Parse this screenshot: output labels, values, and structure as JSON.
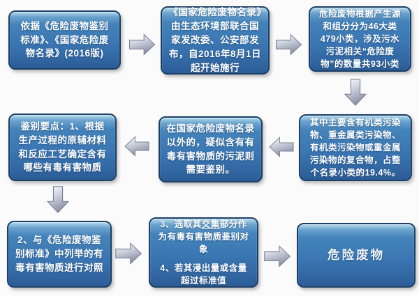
{
  "colors": {
    "background": "#fbfbfb",
    "box_fill_highlight": "#b2daec",
    "box_fill_main": "#3b77b3",
    "box_fill_dark": "#2b5c96",
    "box_border": "#1d4066",
    "box_text": "#ffffff",
    "arrow_light": "#ffffff",
    "arrow_mid": "#ccd1dd",
    "arrow_dark": "#8c92a6",
    "arrow_border": "#7b8296"
  },
  "flowchart": {
    "boxes": [
      {
        "id": "basis",
        "text": "依据《危险废物鉴别标准》、《国家危险废物名录》(2016版)"
      },
      {
        "id": "catalog-issue",
        "text": "《国家危险废物名录》由生态环境部联合国家发改委、公安部发布，自2016年8月1日起开始施行"
      },
      {
        "id": "classification",
        "text": "危险废物根据产生源和组分分为46大类479小类，涉及污水污泥相关“危险废物”的数量共93小类"
      },
      {
        "id": "composition",
        "text": "其中主要含有机类污染物、重金属类污染物、有机类污染物或重金属污染物的复合物，占整个名录小类的19.4%。"
      },
      {
        "id": "identification-scope",
        "text": "在国家危险废物名录以外的，疑似含有有毒有害物质的污泥则需要鉴别。"
      },
      {
        "id": "key-point-1",
        "text": "鉴别要点：1、根据生产过程的原辅材料和反应工艺确定含有哪些有毒有害物质"
      },
      {
        "id": "key-point-2",
        "text": "2、与《危险废物鉴别标准》中列举的有毒有害物质进行对照"
      },
      {
        "id": "key-point-3-4",
        "point3_prefix": "3、选取其",
        "point3_underlined": "交集",
        "point3_suffix": "部分作为有毒有害物质鉴别对象",
        "point4": "4、若其浸出量或含量超过标准值"
      },
      {
        "id": "result",
        "text": "危险废物"
      }
    ],
    "arrows": [
      {
        "id": "a1",
        "direction": "right",
        "from": "basis",
        "to": "catalog-issue"
      },
      {
        "id": "a2",
        "direction": "right",
        "from": "catalog-issue",
        "to": "classification"
      },
      {
        "id": "a3",
        "direction": "down",
        "from": "classification",
        "to": "composition"
      },
      {
        "id": "a4",
        "direction": "left",
        "from": "composition",
        "to": "identification-scope"
      },
      {
        "id": "a5",
        "direction": "left",
        "from": "identification-scope",
        "to": "key-point-1"
      },
      {
        "id": "a6",
        "direction": "down",
        "from": "key-point-1",
        "to": "key-point-2"
      },
      {
        "id": "a7",
        "direction": "right",
        "from": "key-point-2",
        "to": "key-point-3-4"
      },
      {
        "id": "a8",
        "direction": "right",
        "from": "key-point-3-4",
        "to": "result"
      }
    ]
  }
}
